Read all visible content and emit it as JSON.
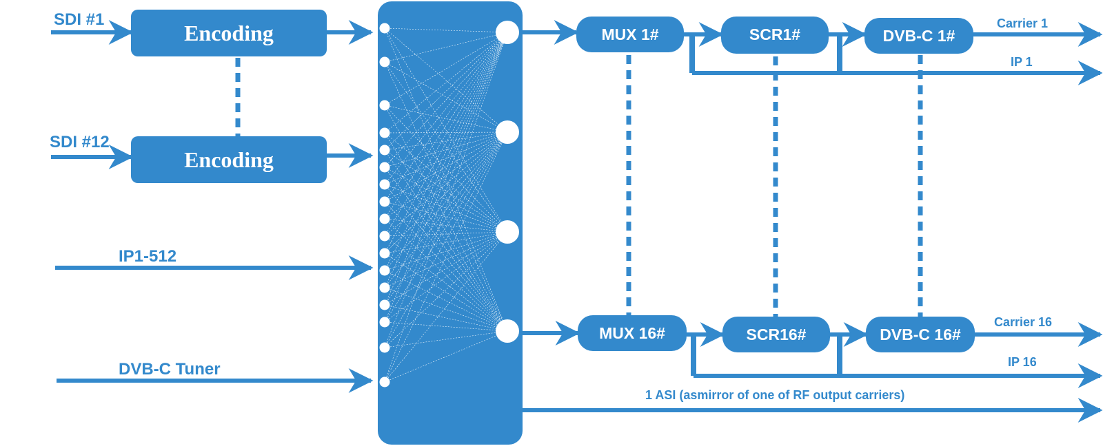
{
  "colors": {
    "primary": "#3389cc",
    "background": "#ffffff",
    "block_text": "#ffffff"
  },
  "inputs": {
    "sdi_first": "SDI #1",
    "sdi_last": "SDI #12",
    "ip": "IP1-512",
    "tuner": "DVB-C Tuner"
  },
  "encoders": [
    "Encoding",
    "Encoding"
  ],
  "mux": [
    "MUX 1#",
    "MUX 16#"
  ],
  "scrambler": [
    "SCR1#",
    "SCR16#"
  ],
  "modulator": [
    "DVB-C 1#",
    "DVB-C 16#"
  ],
  "outputs": {
    "carrier_first": "Carrier 1",
    "ip_first": "IP 1",
    "carrier_last": "Carrier 16",
    "ip_last": "IP 16",
    "asi": "1 ASI (asmirror of one of RF output carriers)"
  }
}
